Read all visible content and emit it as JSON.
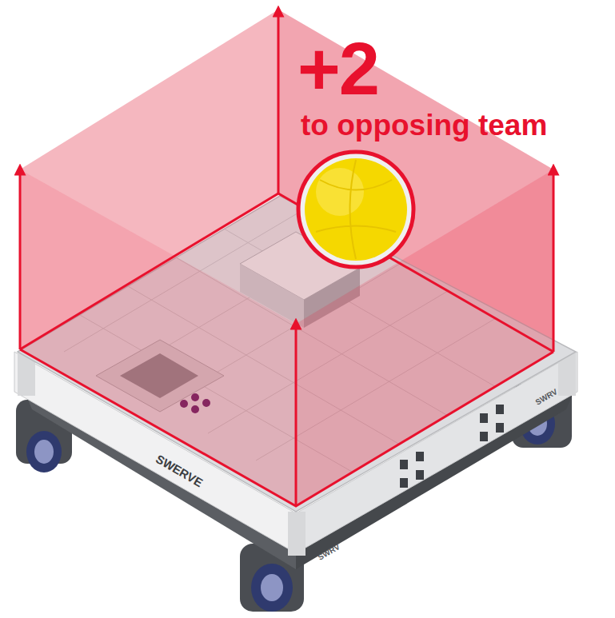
{
  "diagram": {
    "labels": [
      "+2",
      "to opposing team",
      "SWERVE",
      "SWRV",
      "SWRV"
    ]
  }
}
